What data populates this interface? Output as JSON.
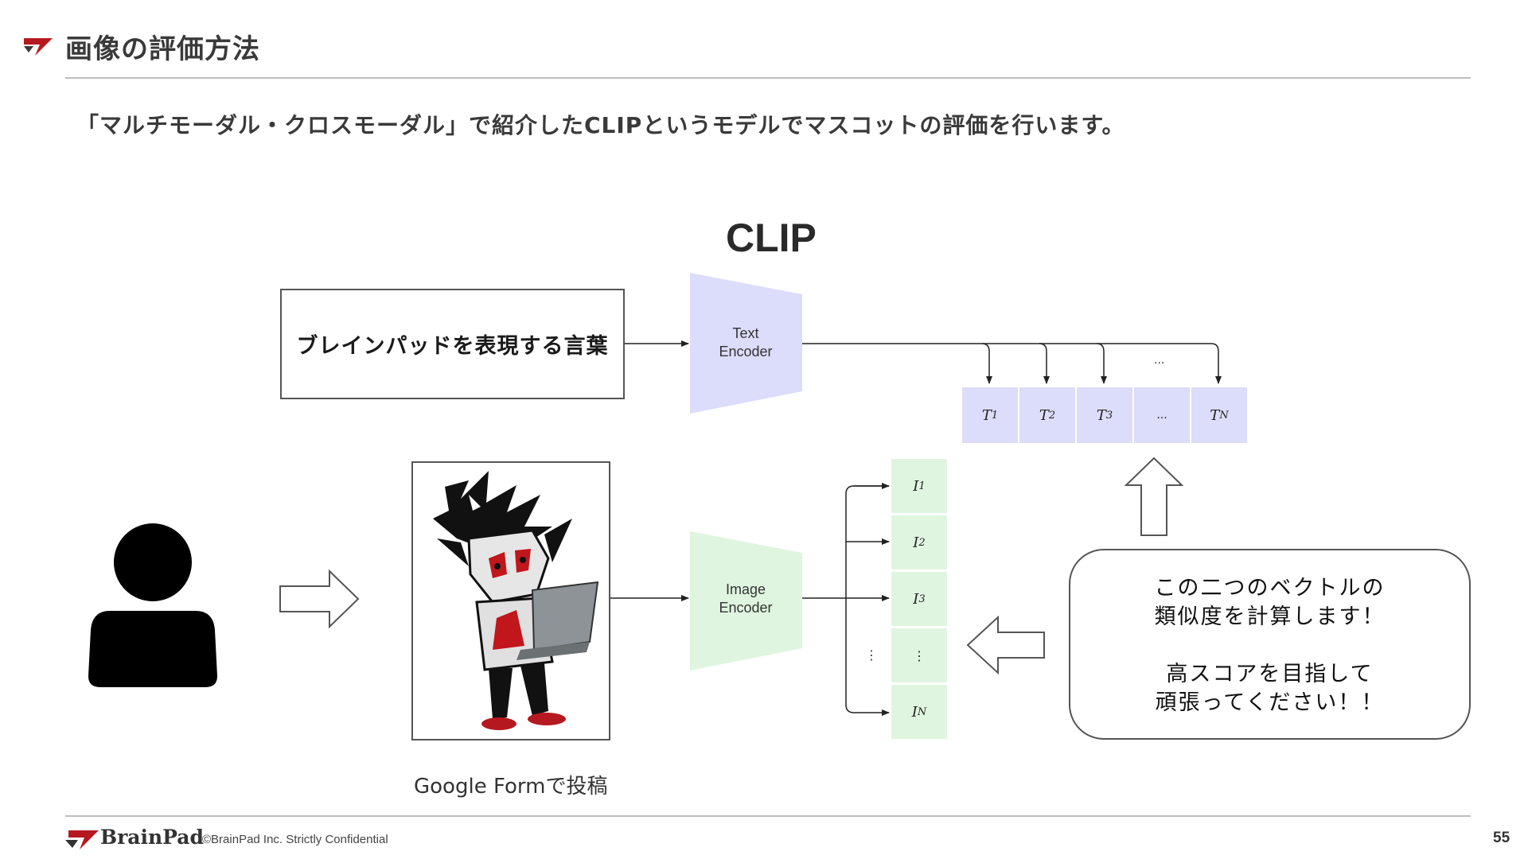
{
  "slide": {
    "title": "画像の評価方法",
    "subtitle": "「マルチモーダル・クロスモーダル」で紹介したCLIPというモデルでマスコットの評価を行います。",
    "page_number": "55"
  },
  "diagram": {
    "clip_title": "CLIP",
    "word_box": "ブレインパッドを表現する言葉",
    "text_encoder": [
      "Text",
      "Encoder"
    ],
    "image_encoder": [
      "Image",
      "Encoder"
    ],
    "text_vectors": [
      "T",
      "T",
      "T",
      "...",
      "T"
    ],
    "text_vector_subs": [
      "1",
      "2",
      "3",
      "",
      "N"
    ],
    "text_dots": "...",
    "image_vectors": [
      "I",
      "I",
      "I",
      "⋮",
      "I"
    ],
    "image_vector_subs": [
      "1",
      "2",
      "3",
      "",
      "N"
    ],
    "image_left_dots": "⋮",
    "caption": "Google Formで投稿",
    "bubble_lines": [
      "この二つのベクトルの",
      "類似度を計算します！",
      "",
      "高スコアを目指して",
      "頑張ってください！！"
    ]
  },
  "footer": {
    "logo_text": "BrainPad",
    "copyright": "©BrainPad Inc.  Strictly Confidential"
  },
  "colors": {
    "text_encoder": "#dcdcfb",
    "image_encoder": "#dff5e0",
    "brand_red": "#b5191f"
  }
}
